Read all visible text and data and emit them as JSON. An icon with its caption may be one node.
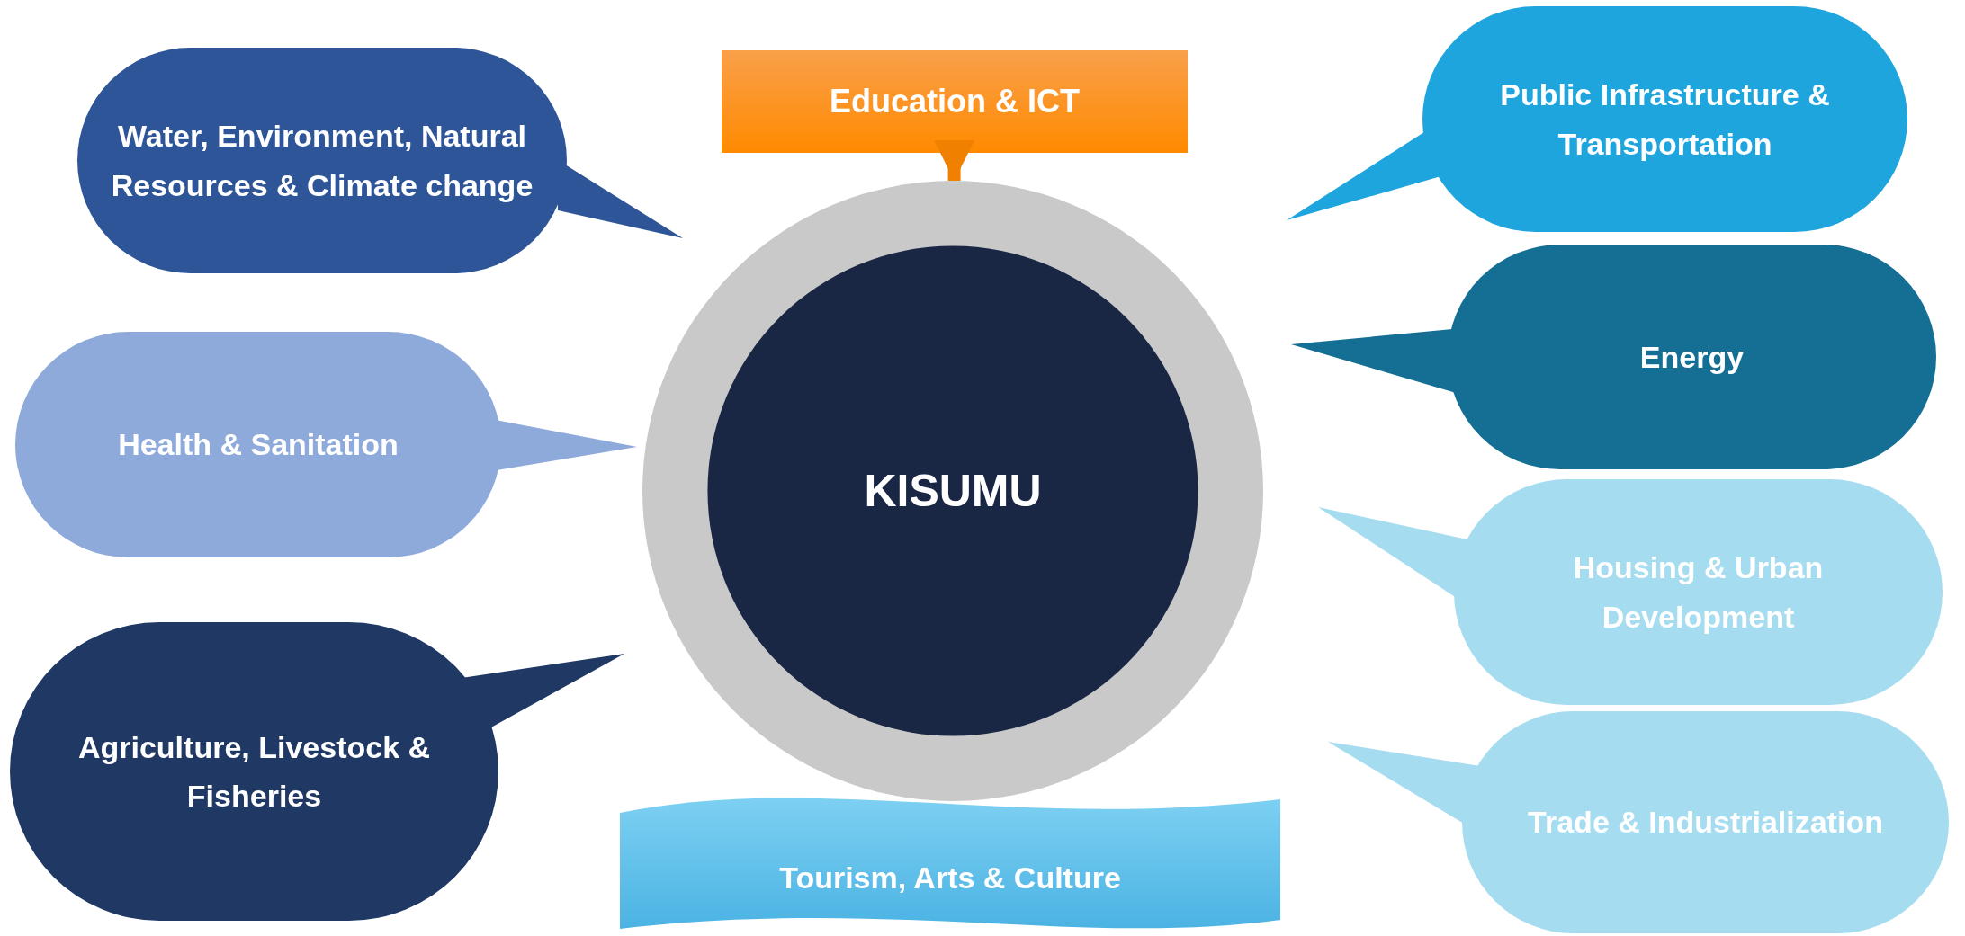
{
  "diagram": {
    "nodes": [
      {
        "text": [
          "Water, Environment, Natural Resources & Climate change"
        ]
      },
      {
        "text": [
          "Health & Sanitation"
        ]
      },
      {
        "text": [
          "Agriculture, Livestock & Fisheries"
        ]
      },
      {
        "text": [
          "Education & ICT"
        ]
      },
      {
        "text": [
          "KISUMU"
        ]
      },
      {
        "text": [
          "Tourism, Arts & Culture"
        ]
      },
      {
        "text": [
          "Public Infrastructure & Transportation"
        ]
      },
      {
        "text": [
          "Energy"
        ]
      },
      {
        "text": [
          "Housing & Urban Development"
        ]
      },
      {
        "text": [
          "Trade & Industrialization"
        ]
      }
    ],
    "edges": [
      {
        "from": 3,
        "to": 4,
        "arrow": "to"
      }
    ]
  }
}
